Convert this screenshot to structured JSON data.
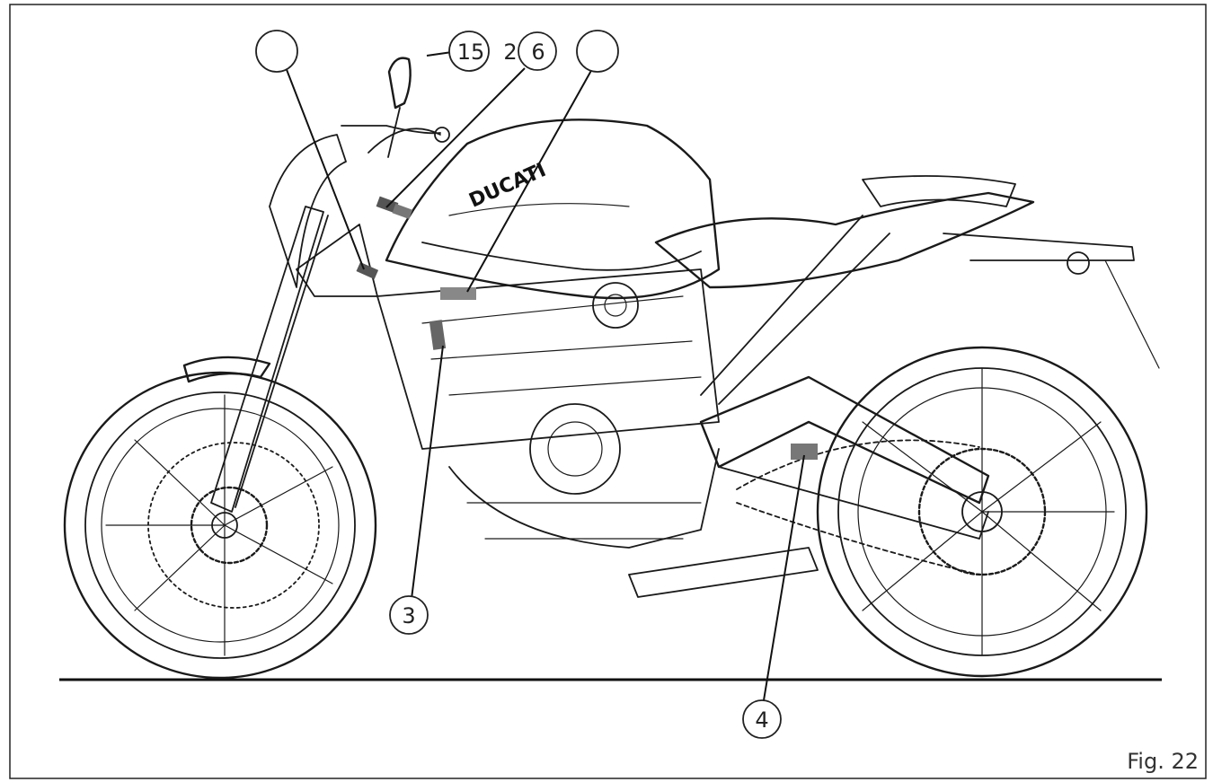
{
  "figure": {
    "caption": "Fig. 22",
    "brand": "DUCATI",
    "callouts": {
      "c15": "15",
      "c2": "2",
      "c6": "6",
      "c3": "3",
      "c4": "4",
      "blankA": "",
      "blankB": ""
    }
  }
}
